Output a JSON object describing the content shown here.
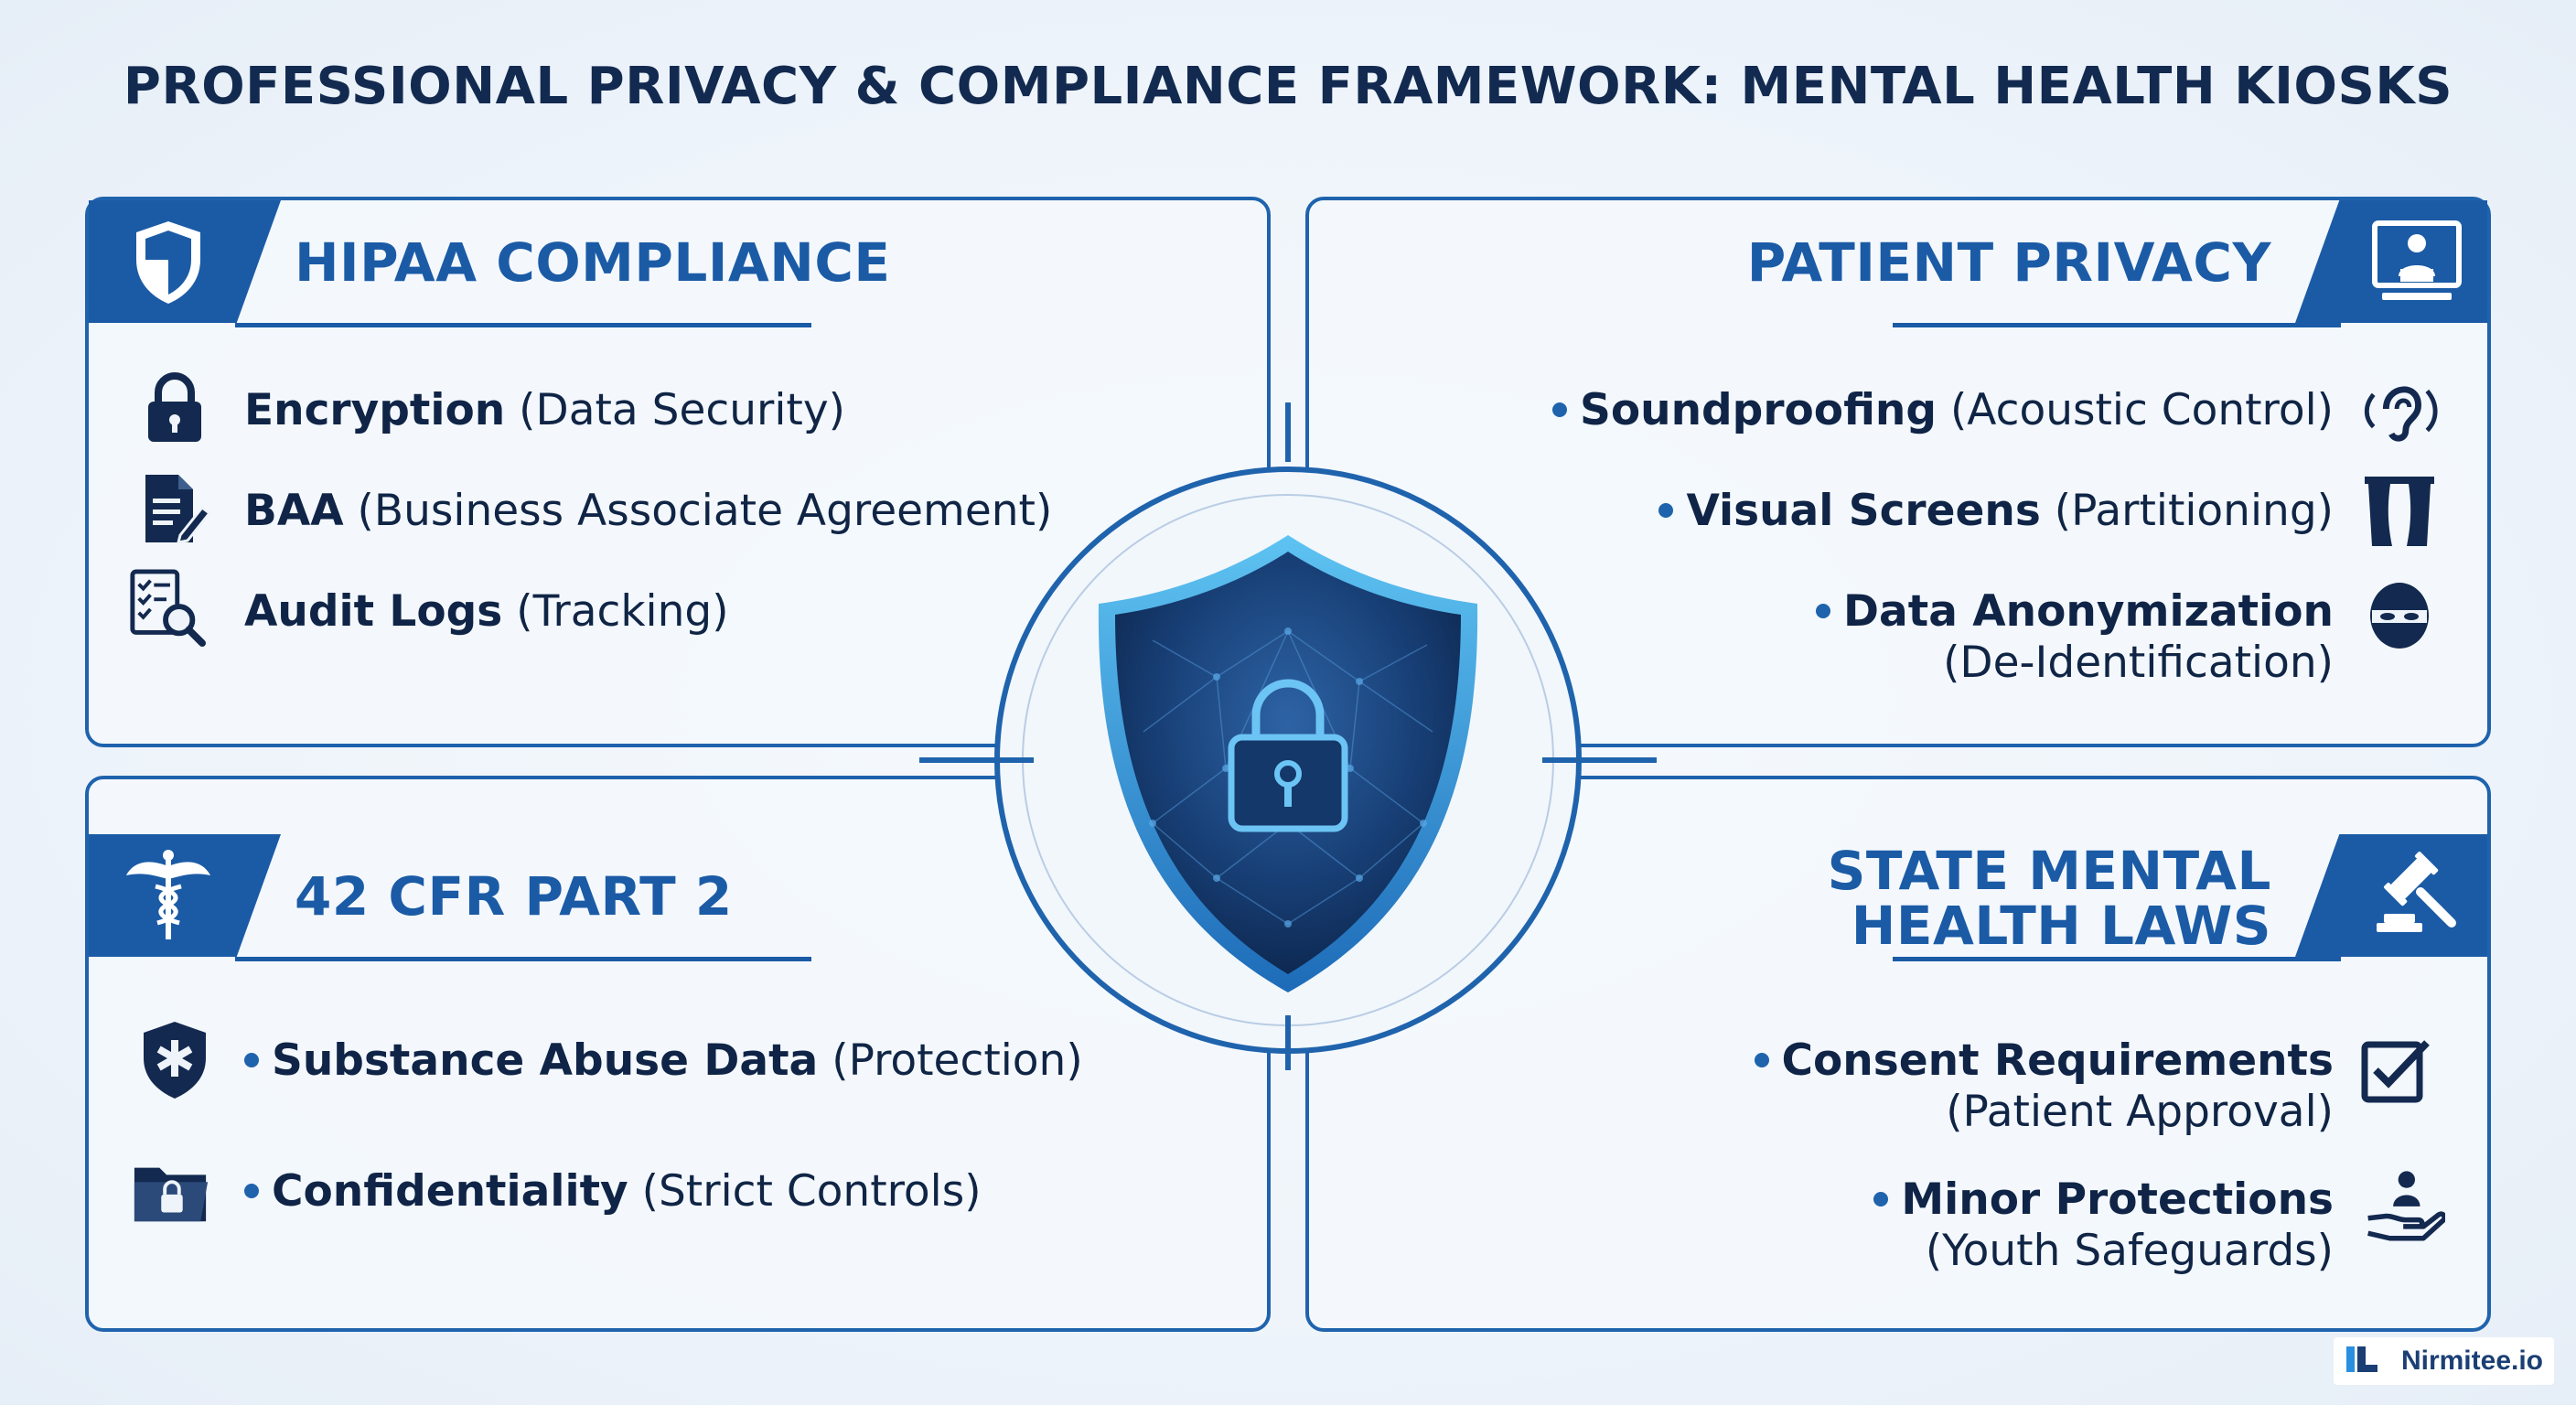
{
  "title": "PROFESSIONAL PRIVACY & COMPLIANCE FRAMEWORK: MENTAL HEALTH KIOSKS",
  "colors": {
    "primary": "#1b5ba6",
    "text": "#0f2446",
    "background": "#eef4fa"
  },
  "panels": {
    "hipaa": {
      "title": "HIPAA COMPLIANCE",
      "icon": "shield-icon",
      "items": [
        {
          "bold": "Encryption",
          "detail": "(Data Security)",
          "icon": "padlock-icon"
        },
        {
          "bold": "BAA",
          "detail": "(Business Associate Agreement)",
          "icon": "document-pen-icon"
        },
        {
          "bold": "Audit Logs",
          "detail": "(Tracking)",
          "icon": "checklist-magnifier-icon"
        }
      ]
    },
    "privacy": {
      "title": "PATIENT PRIVACY",
      "icon": "person-at-monitor-icon",
      "items": [
        {
          "bold": "Soundproofing",
          "detail": "(Acoustic Control)",
          "icon": "ear-icon"
        },
        {
          "bold": "Visual Screens",
          "detail": "(Partitioning)",
          "icon": "curtains-icon"
        },
        {
          "bold": "Data Anonymization",
          "detail": "(De-Identification)",
          "icon": "masked-face-icon"
        }
      ]
    },
    "cfr": {
      "title": "42 CFR PART 2",
      "icon": "caduceus-icon",
      "items": [
        {
          "bold": "Substance Abuse Data",
          "detail": "(Protection)",
          "icon": "medical-shield-icon"
        },
        {
          "bold": "Confidentiality",
          "detail": "(Strict Controls)",
          "icon": "locked-folder-icon"
        }
      ]
    },
    "state": {
      "title_line1": "STATE MENTAL",
      "title_line2": "HEALTH LAWS",
      "icon": "gavel-icon",
      "items": [
        {
          "bold": "Consent Requirements",
          "detail": "(Patient Approval)",
          "icon": "checkbox-icon"
        },
        {
          "bold": "Minor Protections",
          "detail": "(Youth Safeguards)",
          "icon": "hand-person-icon"
        }
      ]
    }
  },
  "center": {
    "icon": "shield-lock-icon"
  },
  "brand": {
    "name": "Nirmitee.io",
    "icon": "nirmitee-logo-icon"
  }
}
